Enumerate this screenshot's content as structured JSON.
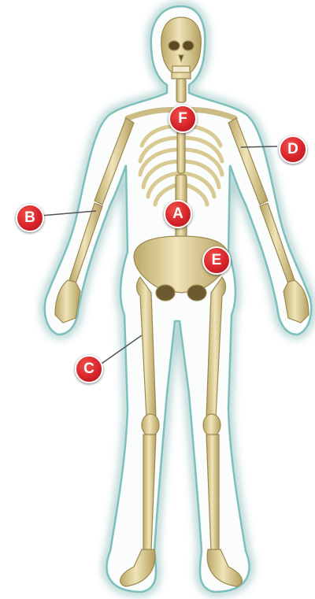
{
  "diagram": {
    "labels": [
      "A",
      "B",
      "C",
      "D",
      "E",
      "F"
    ]
  },
  "colors": {
    "marker": "#d8242a",
    "bone": "#e8dcab",
    "bone_shadow": "#a8955c",
    "silhouette_glow": "#5aa6a2"
  }
}
